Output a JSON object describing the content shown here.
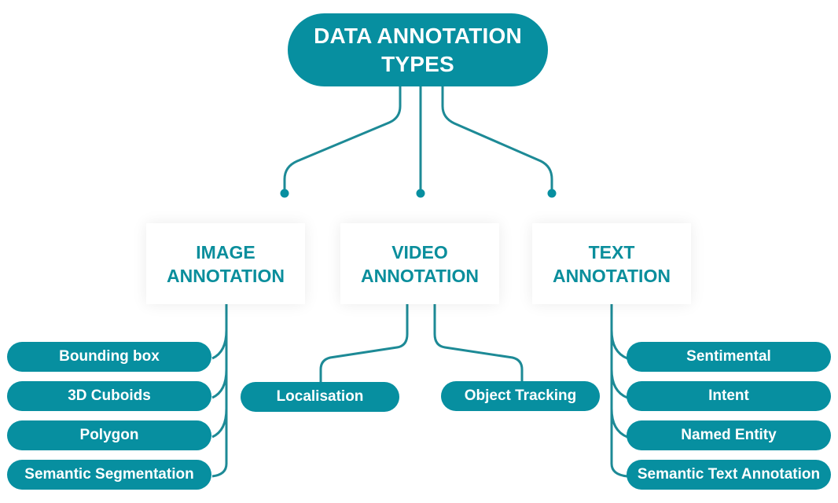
{
  "root": {
    "line1": "DATA ANNOTATION",
    "line2": "TYPES"
  },
  "categories": [
    {
      "line1": "IMAGE",
      "line2": "ANNOTATION",
      "items": [
        "Bounding box",
        "3D Cuboids",
        "Polygon",
        "Semantic Segmentation"
      ]
    },
    {
      "line1": "VIDEO",
      "line2": "ANNOTATION",
      "items": [
        "Localisation",
        "Object Tracking"
      ]
    },
    {
      "line1": "TEXT",
      "line2": "ANNOTATION",
      "items": [
        "Sentimental",
        "Intent",
        "Named Entity",
        "Semantic Text Annotation"
      ]
    }
  ],
  "colors": {
    "primary": "#078fa0",
    "heading_text": "#0a8e9c",
    "connector": "#1d8a96"
  }
}
